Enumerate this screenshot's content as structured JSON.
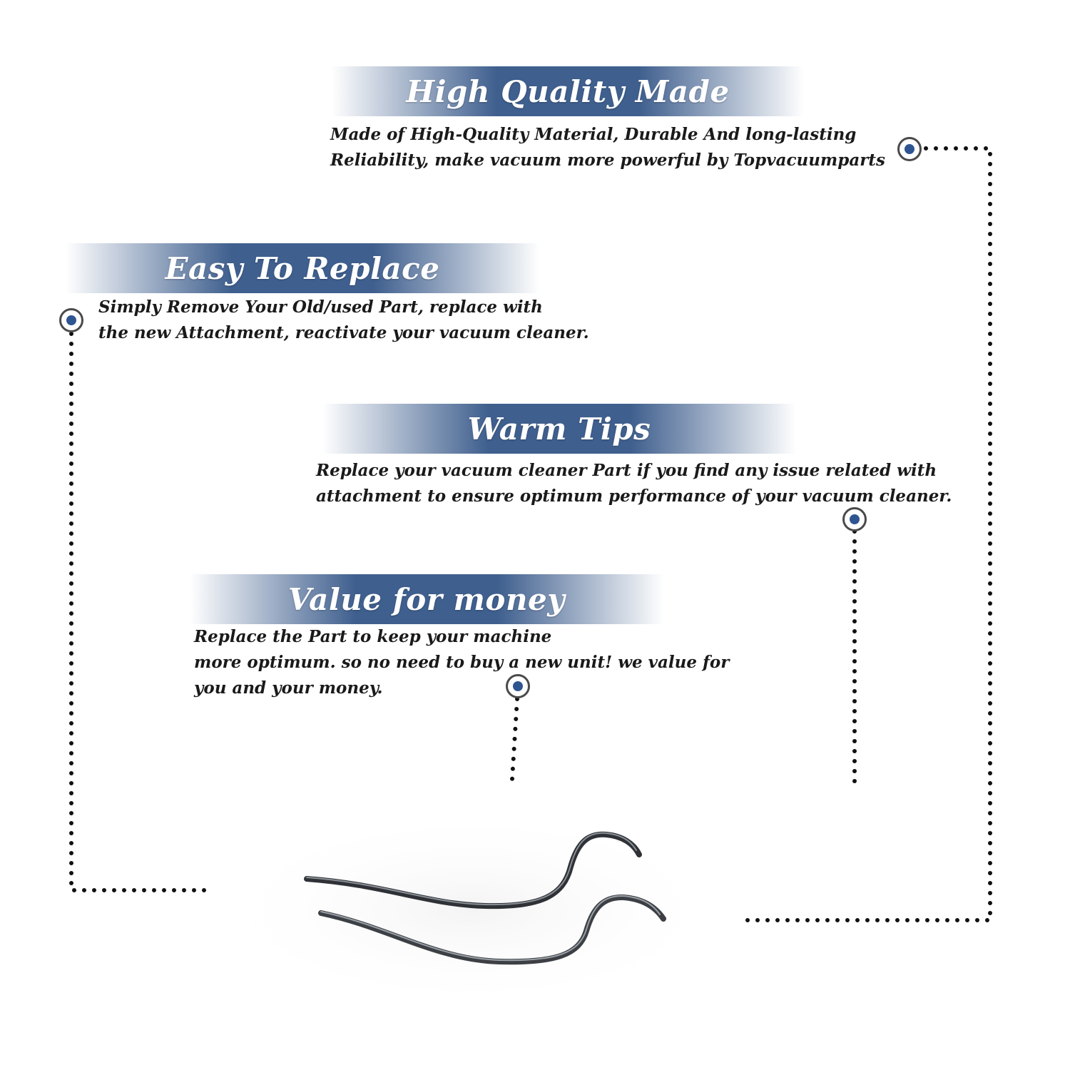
{
  "features": [
    {
      "title": "High Quality Made",
      "lines": [
        "Made of  High-Quality Material, Durable And long-lasting",
        "Reliability, make vacuum more powerful by Topvacuumparts"
      ]
    },
    {
      "title": "Easy To Replace",
      "lines": [
        "Simply Remove Your Old/used Part, replace with",
        "the new Attachment, reactivate your vacuum cleaner."
      ]
    },
    {
      "title": "Warm Tips",
      "lines": [
        "Replace your vacuum cleaner Part if you find any issue related with",
        " attachment to ensure optimum performance of your vacuum cleaner."
      ]
    },
    {
      "title": "Value for money",
      "lines": [
        "Replace the Part to keep your machine",
        "more optimum. so no need to buy a new unit! we value for",
        "you and your money."
      ]
    }
  ],
  "colors": {
    "banner": "#3f5f8e",
    "marker_dot": "#2f5591",
    "wire": "#3c3f44"
  },
  "icons": {
    "marker": "target-dot-icon"
  }
}
